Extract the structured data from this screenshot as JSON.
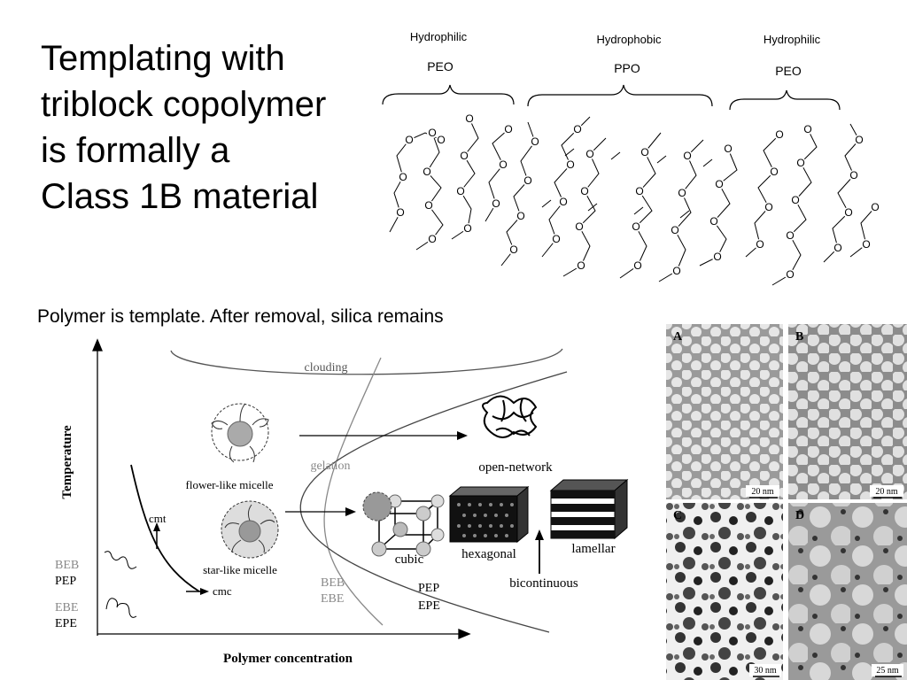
{
  "slide": {
    "title_lines": [
      "Templating with",
      "triblock copolymer",
      "is formally a",
      "Class 1B material"
    ],
    "subtitle": "Polymer is template.  After removal, silica remains"
  },
  "structure": {
    "blocks": [
      {
        "kind": "Hydrophilic",
        "name": "PEO"
      },
      {
        "kind": "Hydrophobic",
        "name": "PPO"
      },
      {
        "kind": "Hydrophilic",
        "name": "PEO"
      }
    ],
    "atom_label": "O"
  },
  "phase_diagram": {
    "xlabel": "Polymer concentration",
    "ylabel": "Temperature",
    "labels": {
      "clouding": "clouding",
      "gelation": "gelation",
      "flower": "flower-like micelle",
      "star": "star-like micelle",
      "cmt": "cmt",
      "cmc": "cmc",
      "open_network": "open-network",
      "cubic": "cubic",
      "hexagonal": "hexagonal",
      "lamellar": "lamellar",
      "bicontinuous": "bicontinuous",
      "beb_ebe_mid": [
        "BEB",
        "EBE"
      ],
      "pep_epe_mid": [
        "PEP",
        "EPE"
      ],
      "beb_pep_left": [
        "BEB",
        "PEP"
      ],
      "ebe_epe_left": [
        "EBE",
        "EPE"
      ]
    }
  },
  "micrographs": [
    {
      "label": "A",
      "scale": "20 nm"
    },
    {
      "label": "B",
      "scale": "20 nm"
    },
    {
      "label": "C",
      "scale": "30 nm"
    },
    {
      "label": "D",
      "scale": "25 nm"
    }
  ],
  "colors": {
    "text": "#000000",
    "gray_text": "#888888",
    "micro_bg": "#b8b8b8"
  }
}
